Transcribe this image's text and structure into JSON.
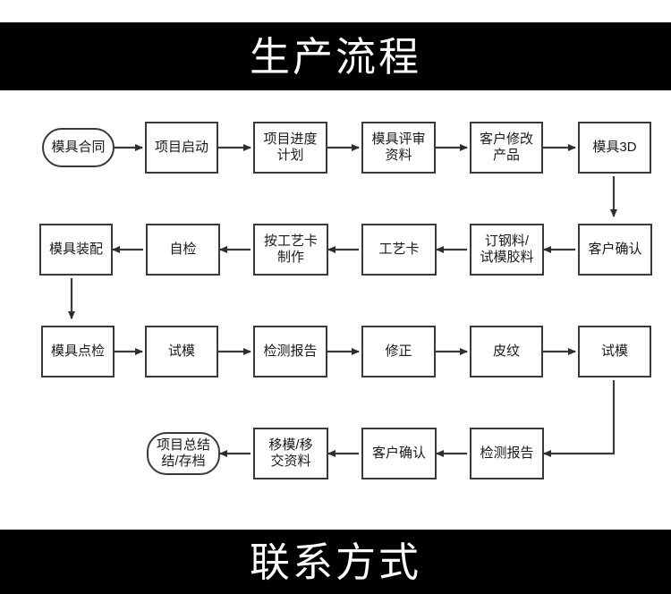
{
  "header": {
    "title": "生产流程",
    "background_color": "#000000",
    "text_color": "#ffffff"
  },
  "footer": {
    "title": "联系方式",
    "background_color": "#000000",
    "text_color": "#ffffff"
  },
  "flowchart": {
    "border_color": "#3a3a3a",
    "node_fill": "#ffffff",
    "arrow_color": "#3a3a3a",
    "rows": [
      {
        "direction": "left-to-right",
        "nodes": [
          {
            "id": "r1c1",
            "label": "模具合同",
            "shape": "terminal"
          },
          {
            "id": "r1c2",
            "label": "项目启动",
            "shape": "rect"
          },
          {
            "id": "r1c3",
            "label": "项目进度\n计划",
            "shape": "rect"
          },
          {
            "id": "r1c4",
            "label": "模具评审\n资料",
            "shape": "rect"
          },
          {
            "id": "r1c5",
            "label": "客户修改\n产品",
            "shape": "rect"
          },
          {
            "id": "r1c6",
            "label": "模具3D",
            "shape": "rect"
          }
        ]
      },
      {
        "direction": "right-to-left",
        "nodes": [
          {
            "id": "r2c1",
            "label": "模具装配",
            "shape": "rect"
          },
          {
            "id": "r2c2",
            "label": "自检",
            "shape": "rect"
          },
          {
            "id": "r2c3",
            "label": "按工艺卡\n制作",
            "shape": "rect"
          },
          {
            "id": "r2c4",
            "label": "工艺卡",
            "shape": "rect"
          },
          {
            "id": "r2c5",
            "label": "订钢料/\n试模胶料",
            "shape": "rect"
          },
          {
            "id": "r2c6",
            "label": "客户确认",
            "shape": "rect"
          }
        ]
      },
      {
        "direction": "left-to-right",
        "nodes": [
          {
            "id": "r3c1",
            "label": "模具点检",
            "shape": "rect"
          },
          {
            "id": "r3c2",
            "label": "试模",
            "shape": "rect"
          },
          {
            "id": "r3c3",
            "label": "检测报告",
            "shape": "rect"
          },
          {
            "id": "r3c4",
            "label": "修正",
            "shape": "rect"
          },
          {
            "id": "r3c5",
            "label": "皮纹",
            "shape": "rect"
          },
          {
            "id": "r3c6",
            "label": "试模",
            "shape": "rect"
          }
        ]
      },
      {
        "direction": "right-to-left",
        "nodes": [
          {
            "id": "r4c2",
            "label": "项目总结\n结/存档",
            "shape": "terminal"
          },
          {
            "id": "r4c3",
            "label": "移模/移\n交资料",
            "shape": "rect"
          },
          {
            "id": "r4c4",
            "label": "客户确认",
            "shape": "rect"
          },
          {
            "id": "r4c5",
            "label": "检测报告",
            "shape": "rect"
          }
        ]
      }
    ],
    "row_connectors": [
      {
        "from": "r1c6",
        "to": "r2c6",
        "type": "vertical-down"
      },
      {
        "from": "r2c1",
        "to": "r3c1",
        "type": "vertical-down"
      },
      {
        "from": "r3c6",
        "to": "r4c5",
        "type": "elbow-down-left"
      }
    ]
  }
}
